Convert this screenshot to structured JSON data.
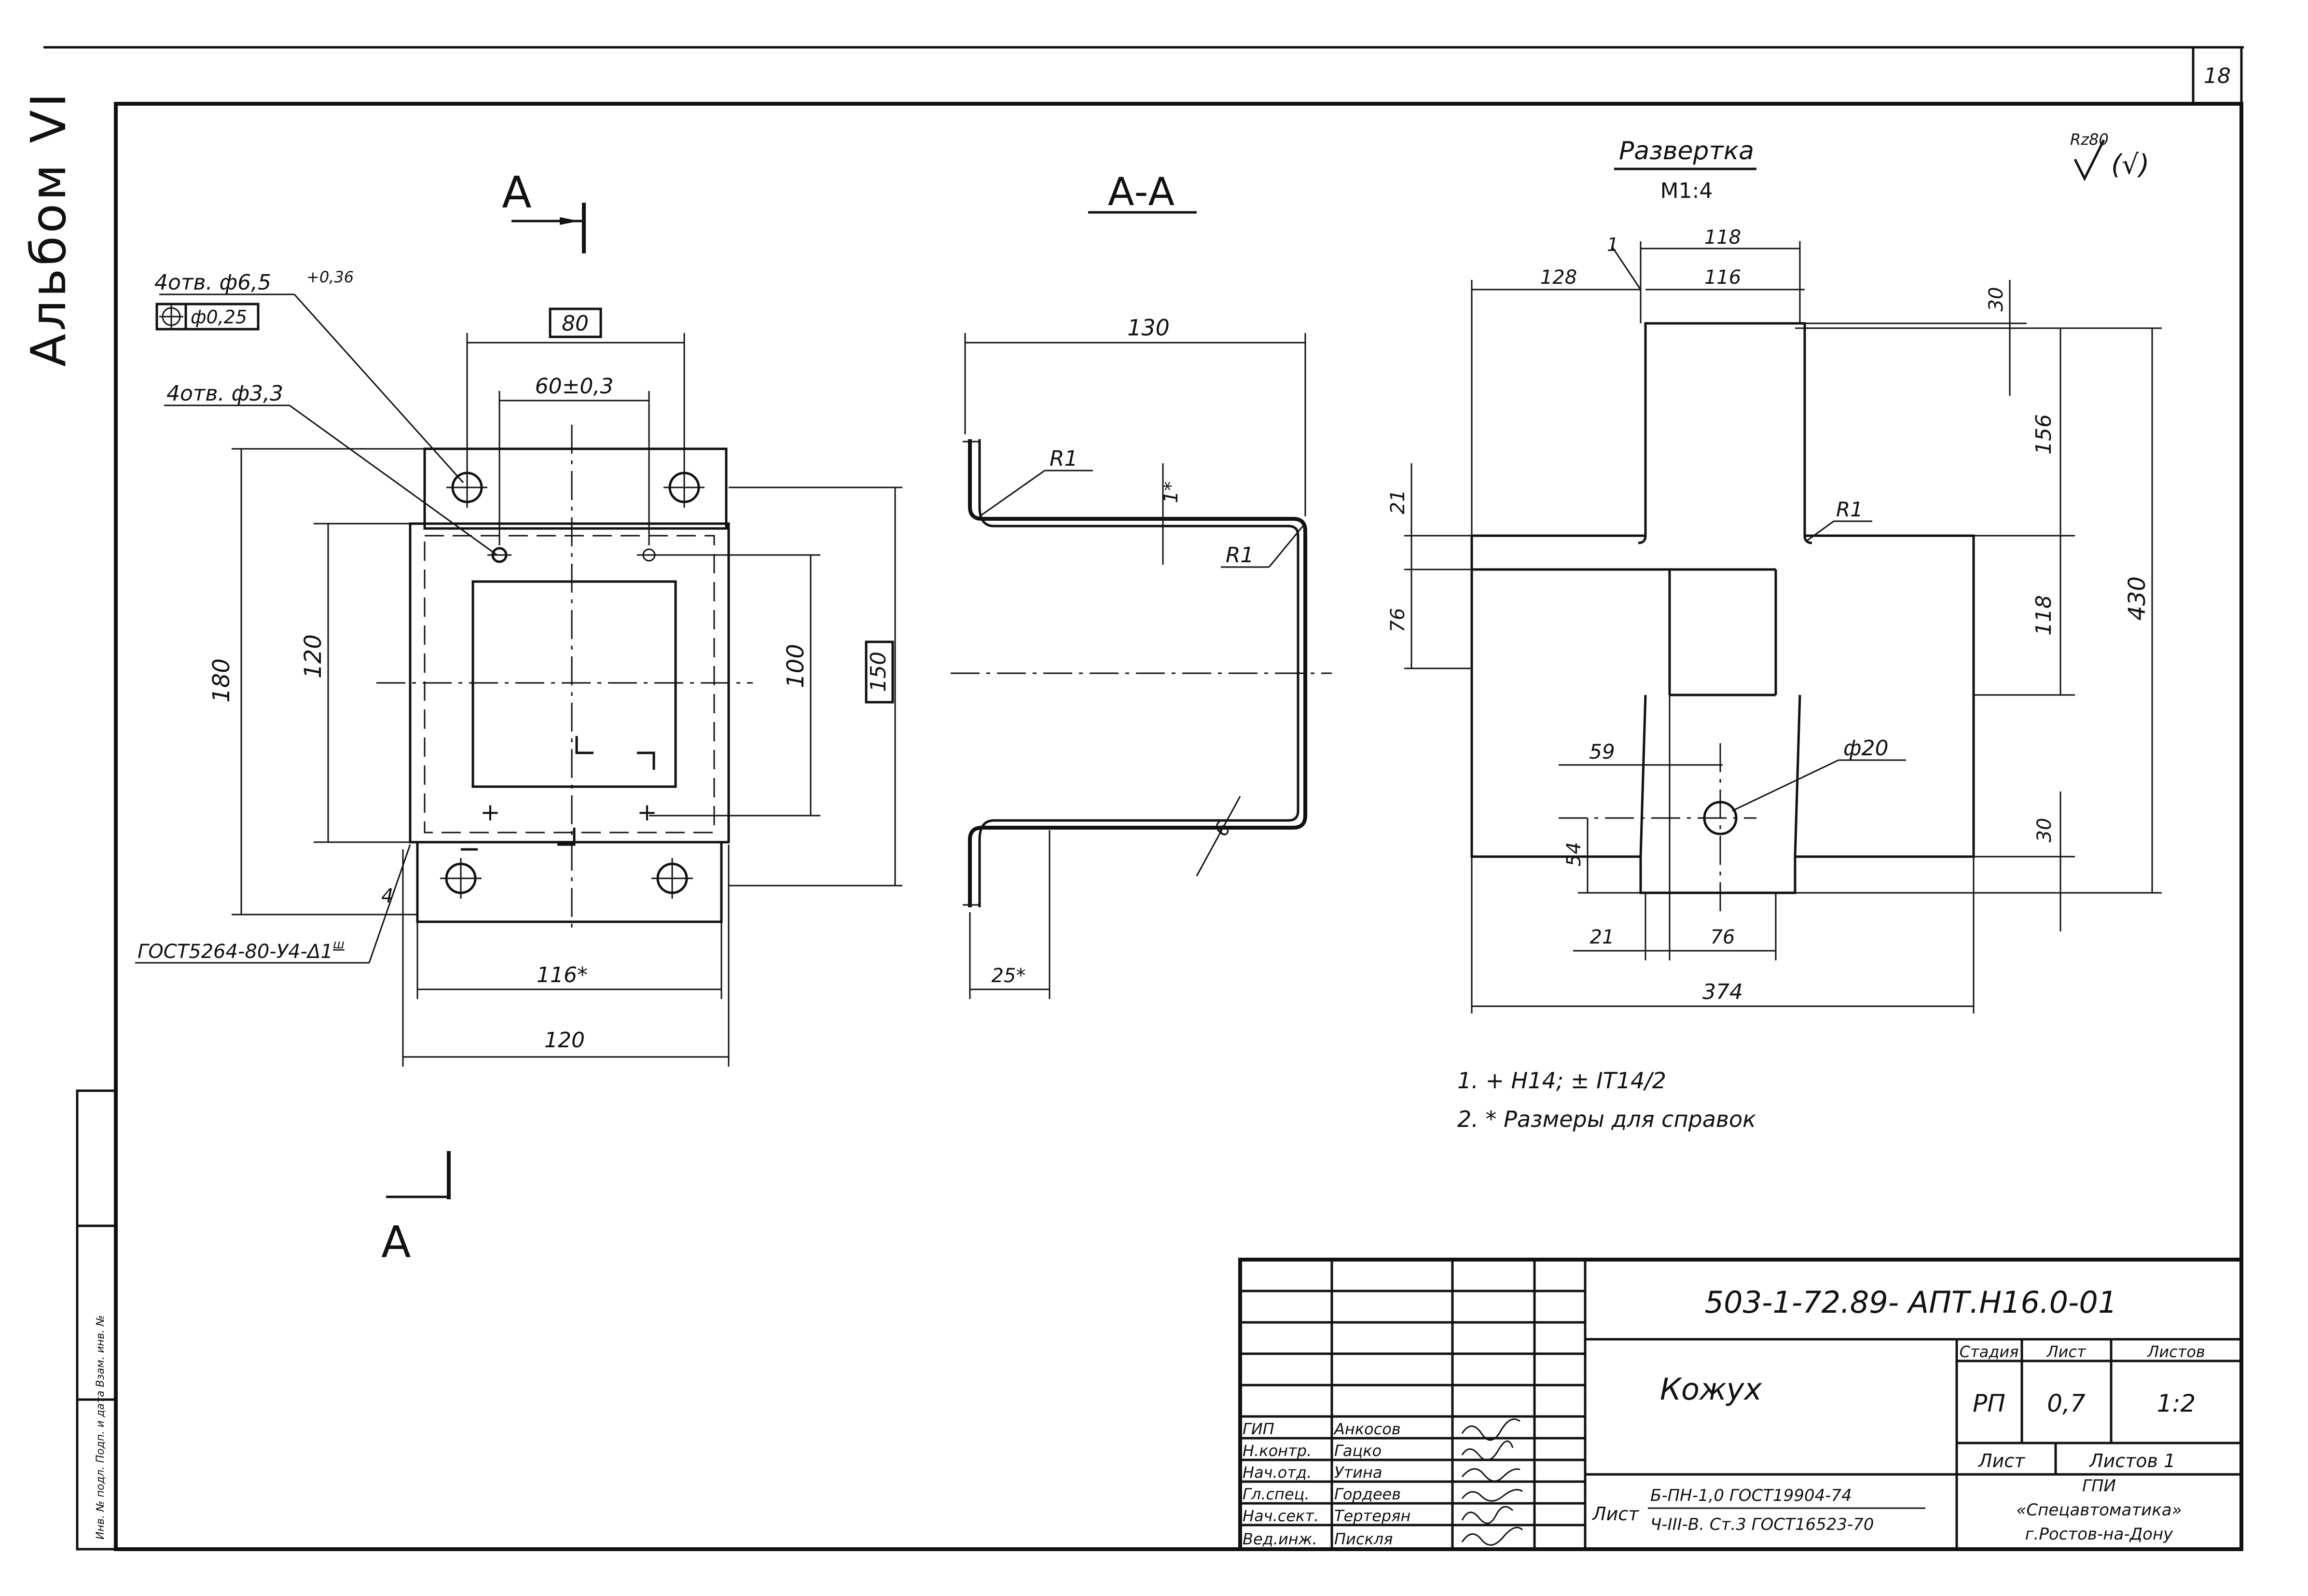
{
  "sheet": {
    "page_number": "18",
    "album_label": "Альбом VI",
    "side_stamp_label": "Инв. № подл.   Подп. и дата   Взам. инв. №"
  },
  "view_a": {
    "section_mark_top": "А",
    "section_mark_bottom": "А",
    "holes_large": "4отв. ф6,5",
    "holes_large_tol": "+0,36",
    "position_tol": "ф0,25",
    "holes_small": "4отв. ф3,3",
    "dim_80": "80",
    "dim_60": "60±0,3",
    "dim_180": "180",
    "dim_120v": "120",
    "dim_100": "100",
    "dim_150": "150",
    "dim_116": "116*",
    "dim_120h": "120",
    "weld_leg": "4",
    "weld_standard": "ГОСТ5264-80-У4-Δ1",
    "weld_sign": "ш"
  },
  "section": {
    "title": "А-А",
    "dim_130": "130",
    "r1_top": "R1",
    "r1_mid": "R1",
    "dim_1": "1*",
    "dim_6": "6",
    "dim_25": "25*"
  },
  "flat": {
    "title": "Развертка",
    "scale": "М1:4",
    "roughness": "Rz80",
    "roughness_tail": "(√)",
    "dim_118_top": "118",
    "dim_116_top": "116",
    "dim_128": "128",
    "dim_1": "1",
    "dim_30_top": "30",
    "dim_156": "156",
    "dim_430": "430",
    "dim_118_mid": "118",
    "dim_21_left": "21",
    "dim_76_left": "76",
    "r1": "R1",
    "dim_59": "59",
    "dim_phi20": "ф20",
    "dim_54": "54",
    "dim_30_bot": "30",
    "dim_21_bot": "21",
    "dim_76_bot": "76",
    "dim_374": "374"
  },
  "notes": [
    "1. + Н14; ± IT14/2",
    "2. * Размеры для справок"
  ],
  "title_block": {
    "designation": "503-1-72.89- АПТ.Н16.0-01",
    "part_name": "Кожух",
    "stage_header": "Стадия",
    "sheet_header": "Лист",
    "sheets_header": "Листов",
    "stage": "РП",
    "mass": "0,7",
    "scale": "1:2",
    "sheet_label": "Лист",
    "sheets_label": "Листов 1",
    "material_prefix": "Лист",
    "material_line1": "Б-ПН-1,0 ГОСТ19904-74",
    "material_line2": "Ч-III-В. Ст.3 ГОСТ16523-70",
    "org_line1": "ГПИ",
    "org_line2": "«Спецавтоматика»",
    "org_line3": "г.Ростов-на-Дону",
    "signers": [
      {
        "role": "ГИП",
        "name": "Анкосов"
      },
      {
        "role": "Н.контр.",
        "name": "Гацко"
      },
      {
        "role": "Нач.отд.",
        "name": "Утина"
      },
      {
        "role": "Гл.спец.",
        "name": "Гордеев"
      },
      {
        "role": "Нач.сект.",
        "name": "Тертерян"
      },
      {
        "role": "Вед.инж.",
        "name": "Пискля"
      }
    ]
  }
}
